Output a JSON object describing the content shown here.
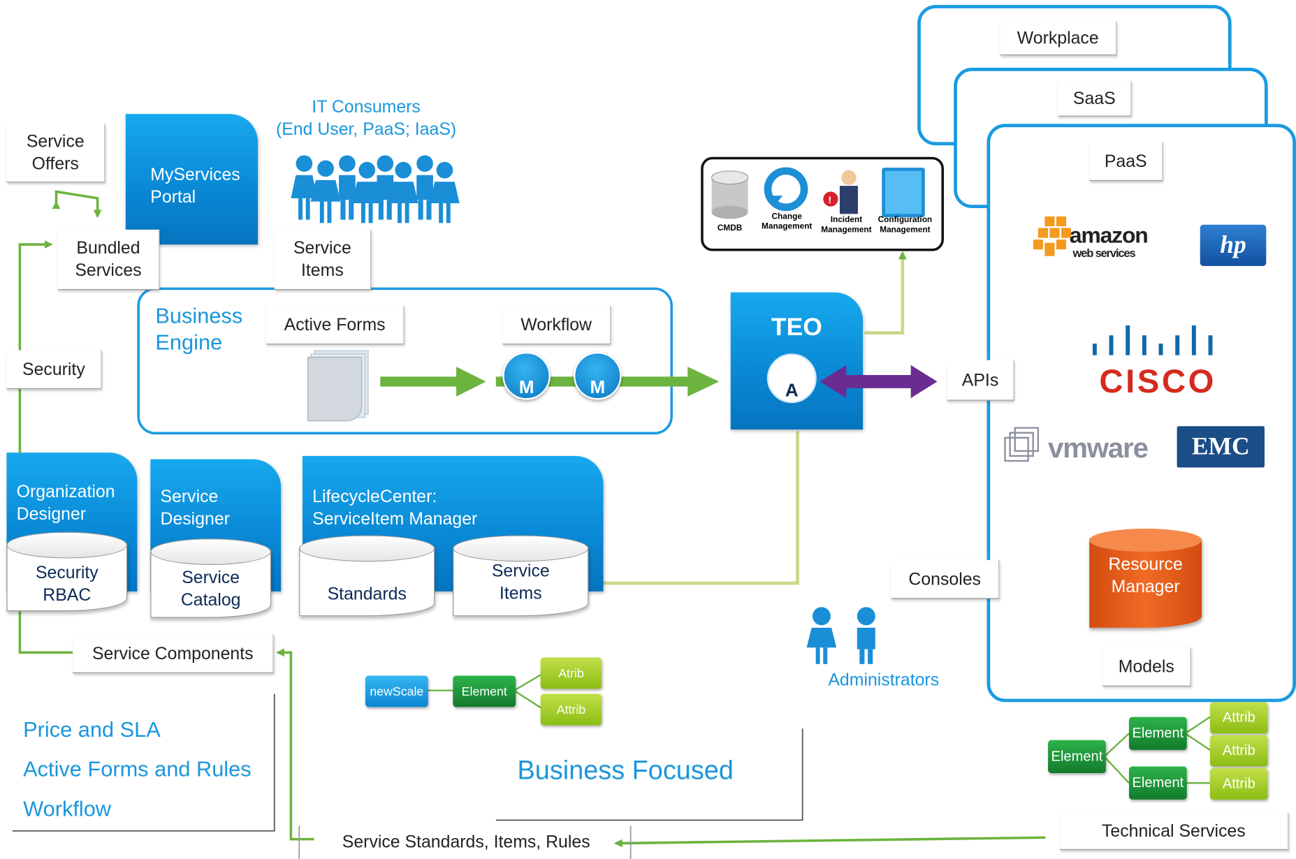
{
  "left": {
    "service_offers": "Service\nOffers",
    "bundled_services": "Bundled\nServices",
    "security": "Security",
    "service_components": "Service Components",
    "features": [
      "Price and SLA",
      "Active Forms and Rules",
      "Workflow"
    ]
  },
  "top": {
    "myservices_portal": "MyServices\nPortal",
    "it_consumers": "IT Consumers\n(End User, PaaS; IaaS)",
    "service_items": "Service\nItems"
  },
  "business_engine": {
    "title": "Business\nEngine",
    "active_forms": "Active Forms",
    "workflow": "Workflow",
    "nodes": [
      "M",
      "M"
    ]
  },
  "designers": {
    "organization": {
      "title": "Organization\nDesigner",
      "db": "Security\nRBAC"
    },
    "service": {
      "title": "Service\nDesigner",
      "db": "Service\nCatalog"
    },
    "lifecycle": {
      "title": "LifecycleCenter:\nServiceItem Manager",
      "db1": "Standards",
      "db2": "Service\nItems"
    }
  },
  "teo": {
    "title": "TEO",
    "adapter": "A"
  },
  "itsm": {
    "items": [
      "CMDB",
      "Change\nManagement",
      "Incident\nManagement",
      "Configuration\nManagement"
    ]
  },
  "apis": "APIs",
  "consoles": "Consoles",
  "administrators": "Administrators",
  "cloud": {
    "workplace": "Workplace",
    "saas": "SaaS",
    "paas": "PaaS",
    "vendors": {
      "amazon_1": "amazon",
      "amazon_2": "web services",
      "hp": "hp",
      "cisco": "CISCO",
      "vmware": "vmware",
      "emc": "EMC"
    },
    "resource_manager": "Resource\nManager",
    "models": "Models"
  },
  "element_tree_mid": {
    "root": "newScale",
    "element": "Element",
    "attribs": [
      "Atrib",
      "Attrib"
    ]
  },
  "business_focused": "Business Focused",
  "technical_tree": {
    "root": "Element",
    "children": [
      "Element",
      "Element"
    ],
    "attribs": [
      "Attrib",
      "Attrib",
      "Attrib"
    ]
  },
  "technical_services": "Technical Services",
  "service_standards": "Service Standards, Items, Rules",
  "colors": {
    "accent_blue": "#1a96dc",
    "flow_green": "#6cb33f",
    "api_purple": "#6b2c91",
    "resource_orange": "#e85d1c"
  }
}
